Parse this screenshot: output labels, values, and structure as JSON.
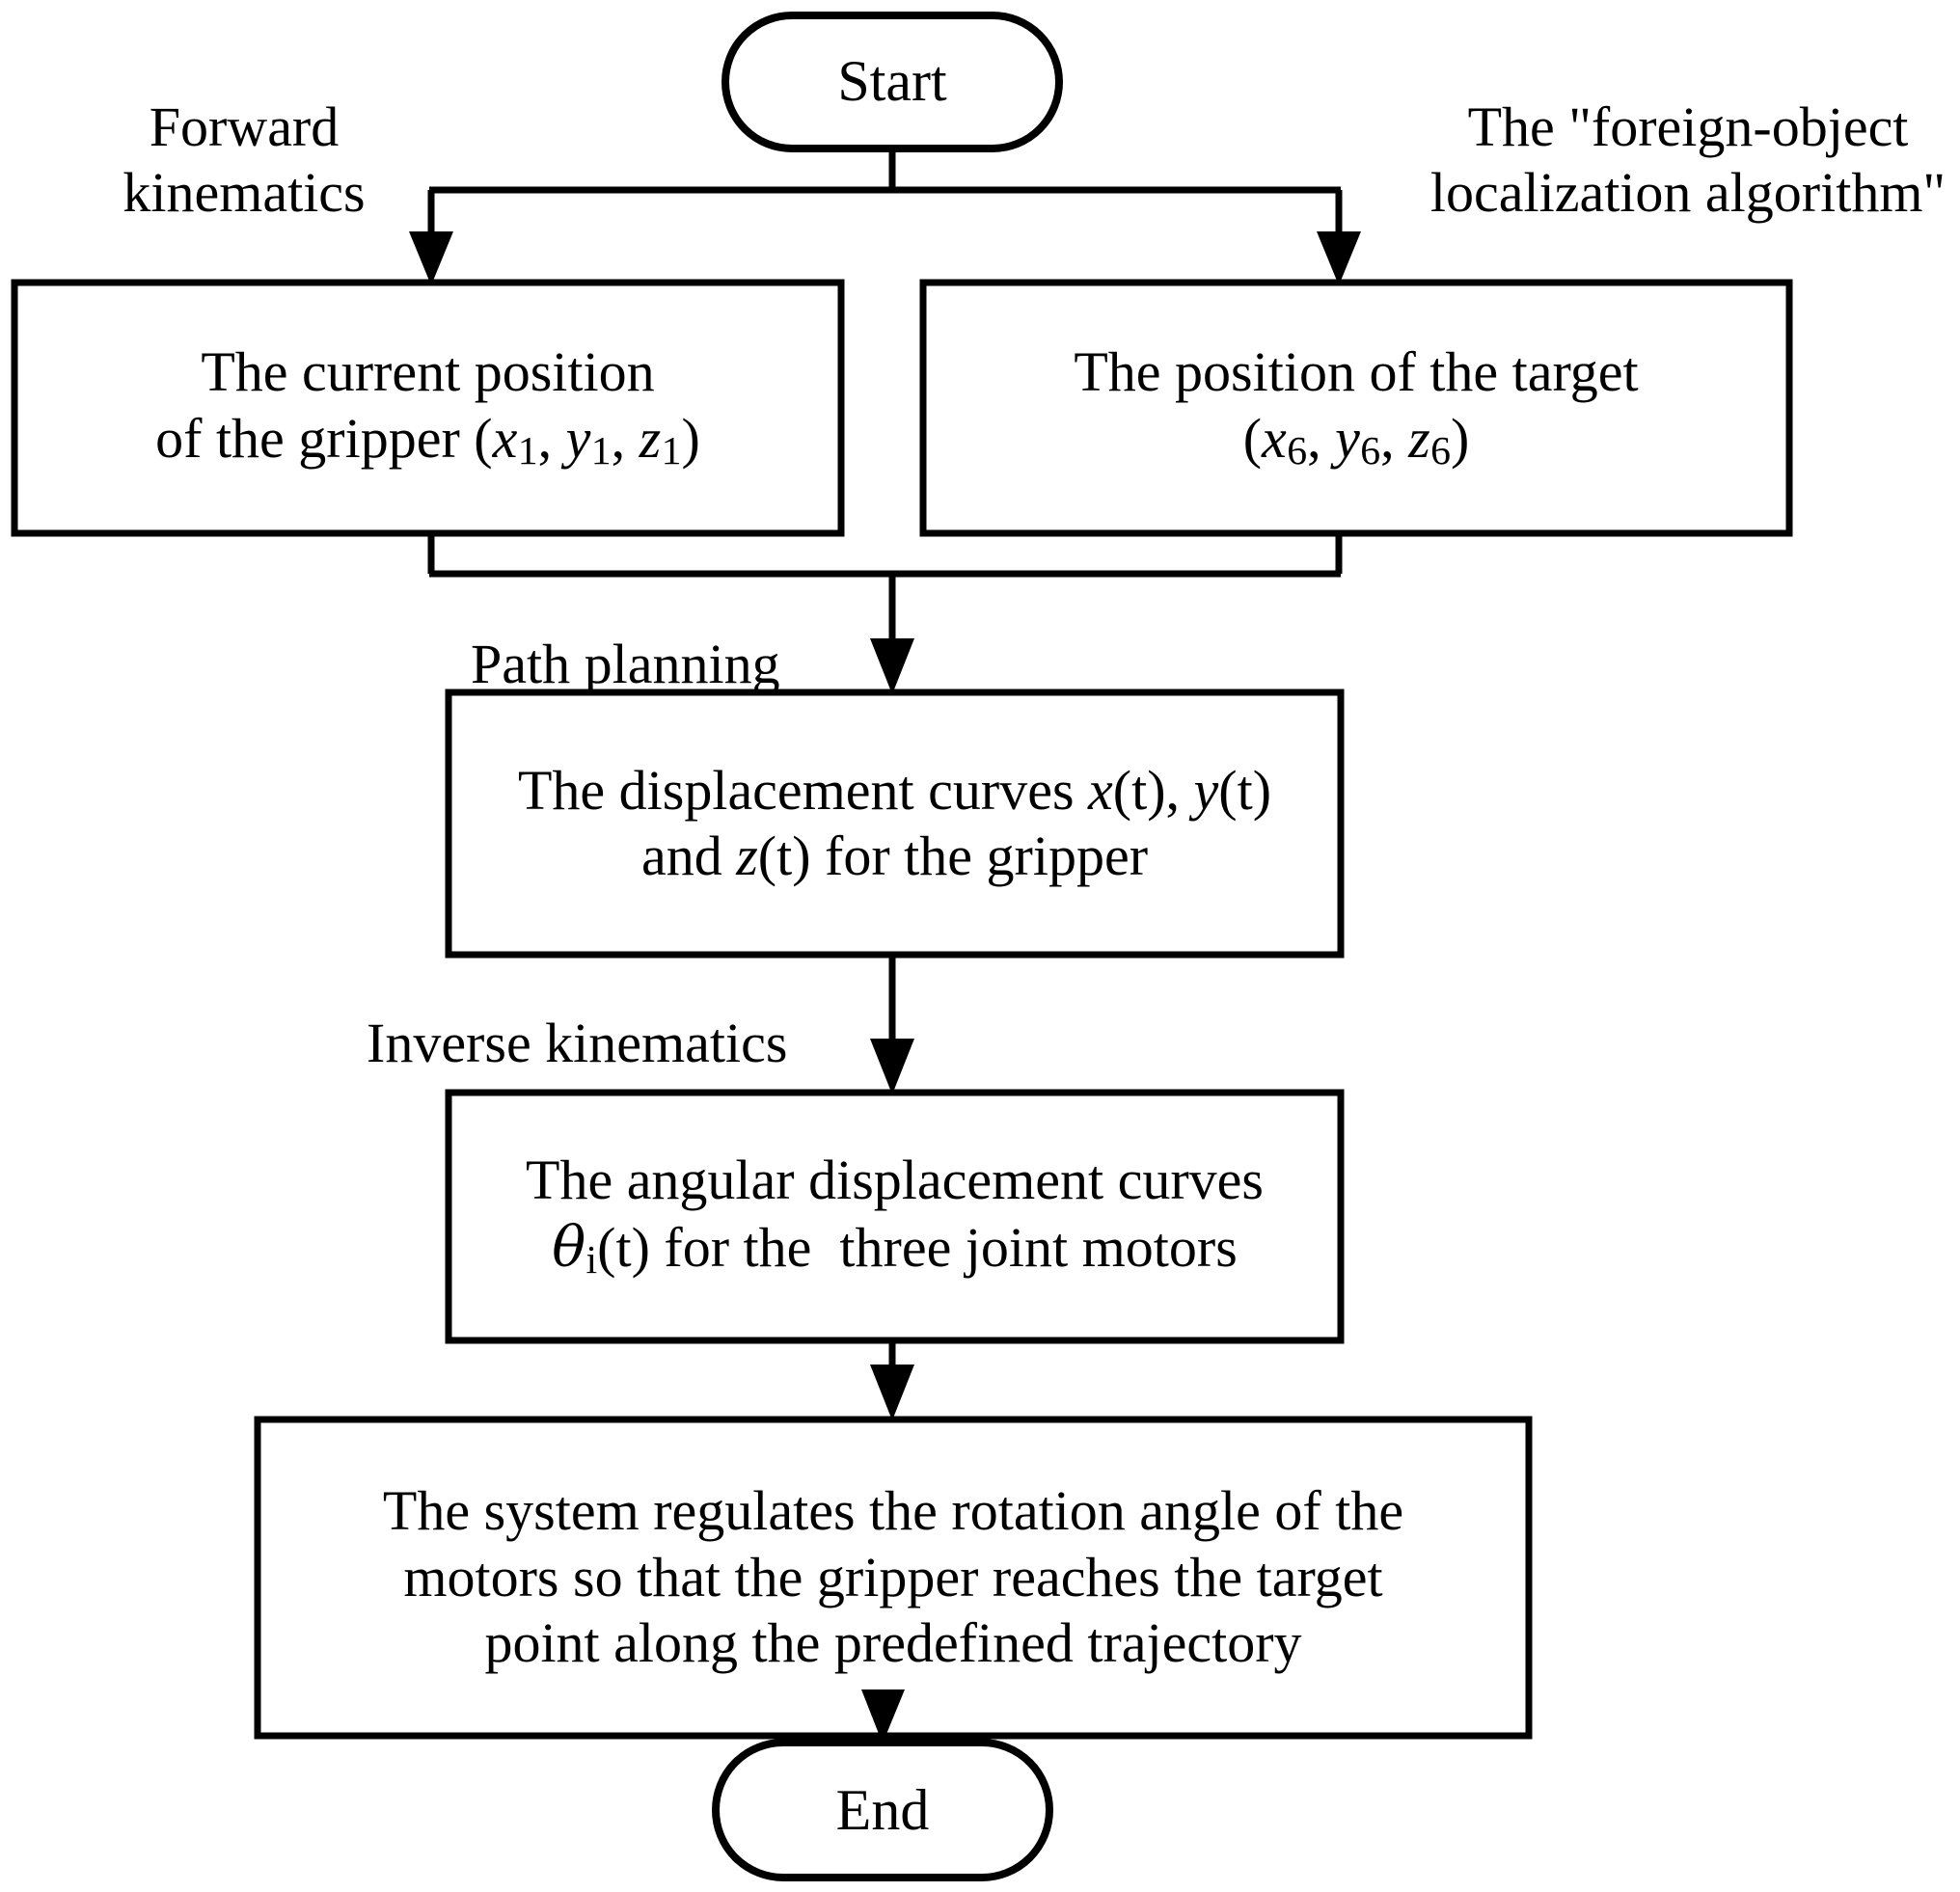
{
  "diagram": {
    "title": "Robot gripper motion-control flowchart",
    "background_color": "#ffffff",
    "line_color": "#000000",
    "nodes": {
      "start": {
        "label": "Start",
        "shape": "terminator"
      },
      "current_position": {
        "line1": "The current position",
        "line2_prefix": "of the gripper (",
        "var_x": "x",
        "sub_x": "1",
        "sep1": ", ",
        "var_y": "y",
        "sub_y": "1",
        "sep2": ", ",
        "var_z": "z",
        "sub_z": "1",
        "line2_suffix": ")",
        "shape": "process"
      },
      "target_position": {
        "line1": "The position of the target",
        "line2_prefix": "(",
        "var_x": "x",
        "sub_x": "6",
        "sep1": ", ",
        "var_y": "y",
        "sub_y": "6",
        "sep2": ", ",
        "var_z": "z",
        "sub_z": "6",
        "line2_suffix": ")",
        "shape": "process"
      },
      "displacement_curves": {
        "l1a": "The displacement curves ",
        "l1_x": "x",
        "l1_xt": "(t)",
        "l1_comma": ", ",
        "l1_y": "y",
        "l1_yt": "(t)",
        "l2a": "and ",
        "l2_z": "z",
        "l2_zt": "(t)",
        "l2b": " for the gripper",
        "shape": "process"
      },
      "angular_curves": {
        "line1": "The angular displacement curves",
        "l2_theta": "θ",
        "l2_sub": "i",
        "l2_t": "(t)",
        "l2_rest": " for the  three joint motors",
        "shape": "process"
      },
      "system_regulates": {
        "line1": "The system regulates the rotation angle of the",
        "line2": "motors so that the gripper reaches the target",
        "line3": "point along the predefined trajectory",
        "shape": "process"
      },
      "end": {
        "label": "End",
        "shape": "terminator"
      }
    },
    "edge_labels": {
      "forward_kinematics_l1": "Forward",
      "forward_kinematics_l2": "kinematics",
      "foreign_object_l1": "The \"foreign-object",
      "foreign_object_l2": "localization algorithm\"",
      "path_planning": "Path planning",
      "inverse_kinematics": "Inverse kinematics"
    }
  }
}
